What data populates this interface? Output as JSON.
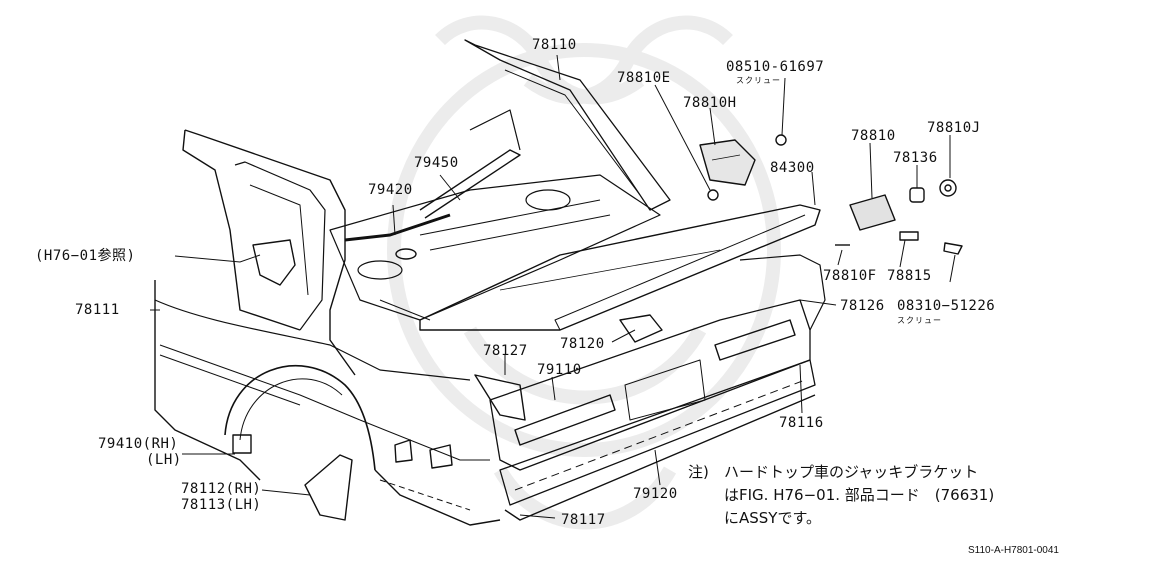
{
  "labels": {
    "p78110": "78110",
    "p08510": "08510-61697",
    "p08510_sub": "スクリュー",
    "p78810E": "78810E",
    "p78810H": "78810H",
    "p78810": "78810",
    "p78810J": "78810J",
    "p78136": "78136",
    "p84300": "84300",
    "p79450": "79450",
    "p79420": "79420",
    "ref_h76": "(H76−01参照)",
    "p78111": "78111",
    "p78810F": "78810F",
    "p78815": "78815",
    "p08310": "08310−51226",
    "p08310_sub": "スクリュー",
    "p78126": "78126",
    "p78120": "78120",
    "p78127": "78127",
    "p79110": "79110",
    "p78116": "78116",
    "p79410": "79410(RH)",
    "p79410_lh": "(LH)",
    "p78112": "78112(RH)",
    "p78113": "78113(LH)",
    "p79120": "79120",
    "p78117": "78117"
  },
  "note": {
    "prefix": "注)",
    "line1": "ハードトップ車のジャッキブラケット",
    "line2": "はFIG. H76−01. 部品コード　(76631)",
    "line3": "にASSYです。"
  },
  "footer": {
    "code": "S110-A-H7801-0041"
  }
}
